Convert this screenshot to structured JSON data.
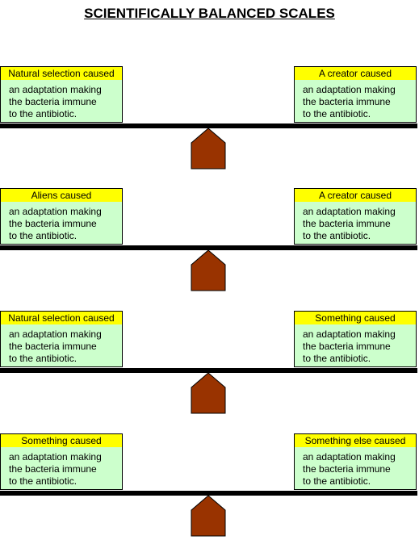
{
  "page": {
    "title": "SCIENTIFICALLY BALANCED SCALES"
  },
  "colors": {
    "caption_bg": "#ffff00",
    "box_bg": "#ccffcc",
    "beam": "#000000",
    "fulcrum": "#993300"
  },
  "scales": [
    {
      "left": {
        "caption": "Natural selection caused",
        "text": "an adaptation making\nthe bacteria immune\nto the antibiotic."
      },
      "right": {
        "caption": "A creator caused",
        "text": "an adaptation making\nthe bacteria immune\nto the antibiotic."
      }
    },
    {
      "left": {
        "caption": "Aliens caused",
        "text": "an adaptation making\nthe bacteria immune\nto the antibiotic."
      },
      "right": {
        "caption": "A creator caused",
        "text": "an adaptation making\nthe bacteria immune\nto the antibiotic."
      }
    },
    {
      "left": {
        "caption": "Natural selection caused",
        "text": "an adaptation making\nthe bacteria immune\nto the antibiotic."
      },
      "right": {
        "caption": "Something caused",
        "text": "an adaptation making\nthe bacteria immune\nto the antibiotic."
      }
    },
    {
      "left": {
        "caption": "Something caused",
        "text": "an adaptation making\nthe bacteria immune\nto the antibiotic."
      },
      "right": {
        "caption": "Something else caused",
        "text": "an adaptation making\nthe bacteria immune\nto the antibiotic."
      }
    }
  ]
}
